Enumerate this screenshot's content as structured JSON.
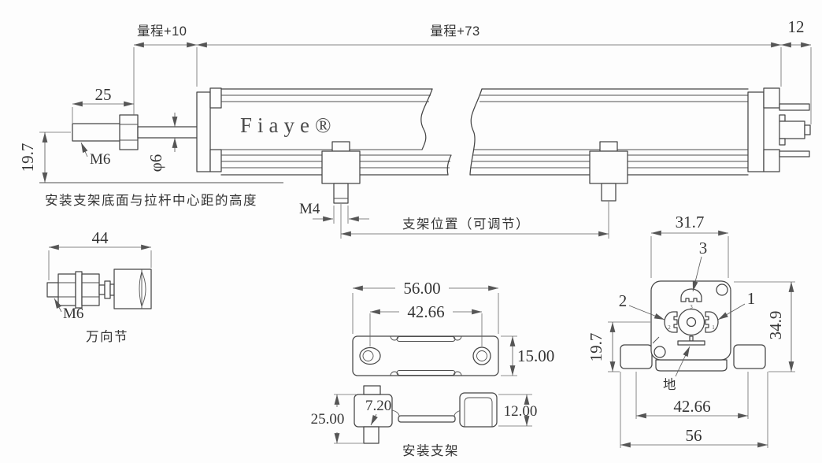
{
  "side_view": {
    "brand": "Fiaye®",
    "dims": {
      "stroke_plus_10": "量程+10",
      "stroke_plus_73": "量程+73",
      "connector_len": "12",
      "rod_len": "25",
      "rod_center_height": "19.7",
      "rod_thread": "M6",
      "rod_dia": "φ6",
      "stud_thread": "M4"
    },
    "notes": {
      "height_note": "安装支架底面与拉杆中心距的高度",
      "bracket_pos": "支架位置（可调节）"
    }
  },
  "universal_joint": {
    "length": "44",
    "thread": "M6",
    "caption": "万向节"
  },
  "mounting_bracket": {
    "width": "56.00",
    "hole_spacing": "42.66",
    "depth": "15.00",
    "height": "25.00",
    "stud_width": "7.20",
    "channel_height": "12.00",
    "caption": "安装支架"
  },
  "end_view": {
    "width": "31.7",
    "total_height": "34.9",
    "center_height": "19.7",
    "hole_spacing": "42.66",
    "base_width": "56",
    "pin1": "1",
    "pin2": "2",
    "pin3": "3",
    "ground": "地"
  }
}
